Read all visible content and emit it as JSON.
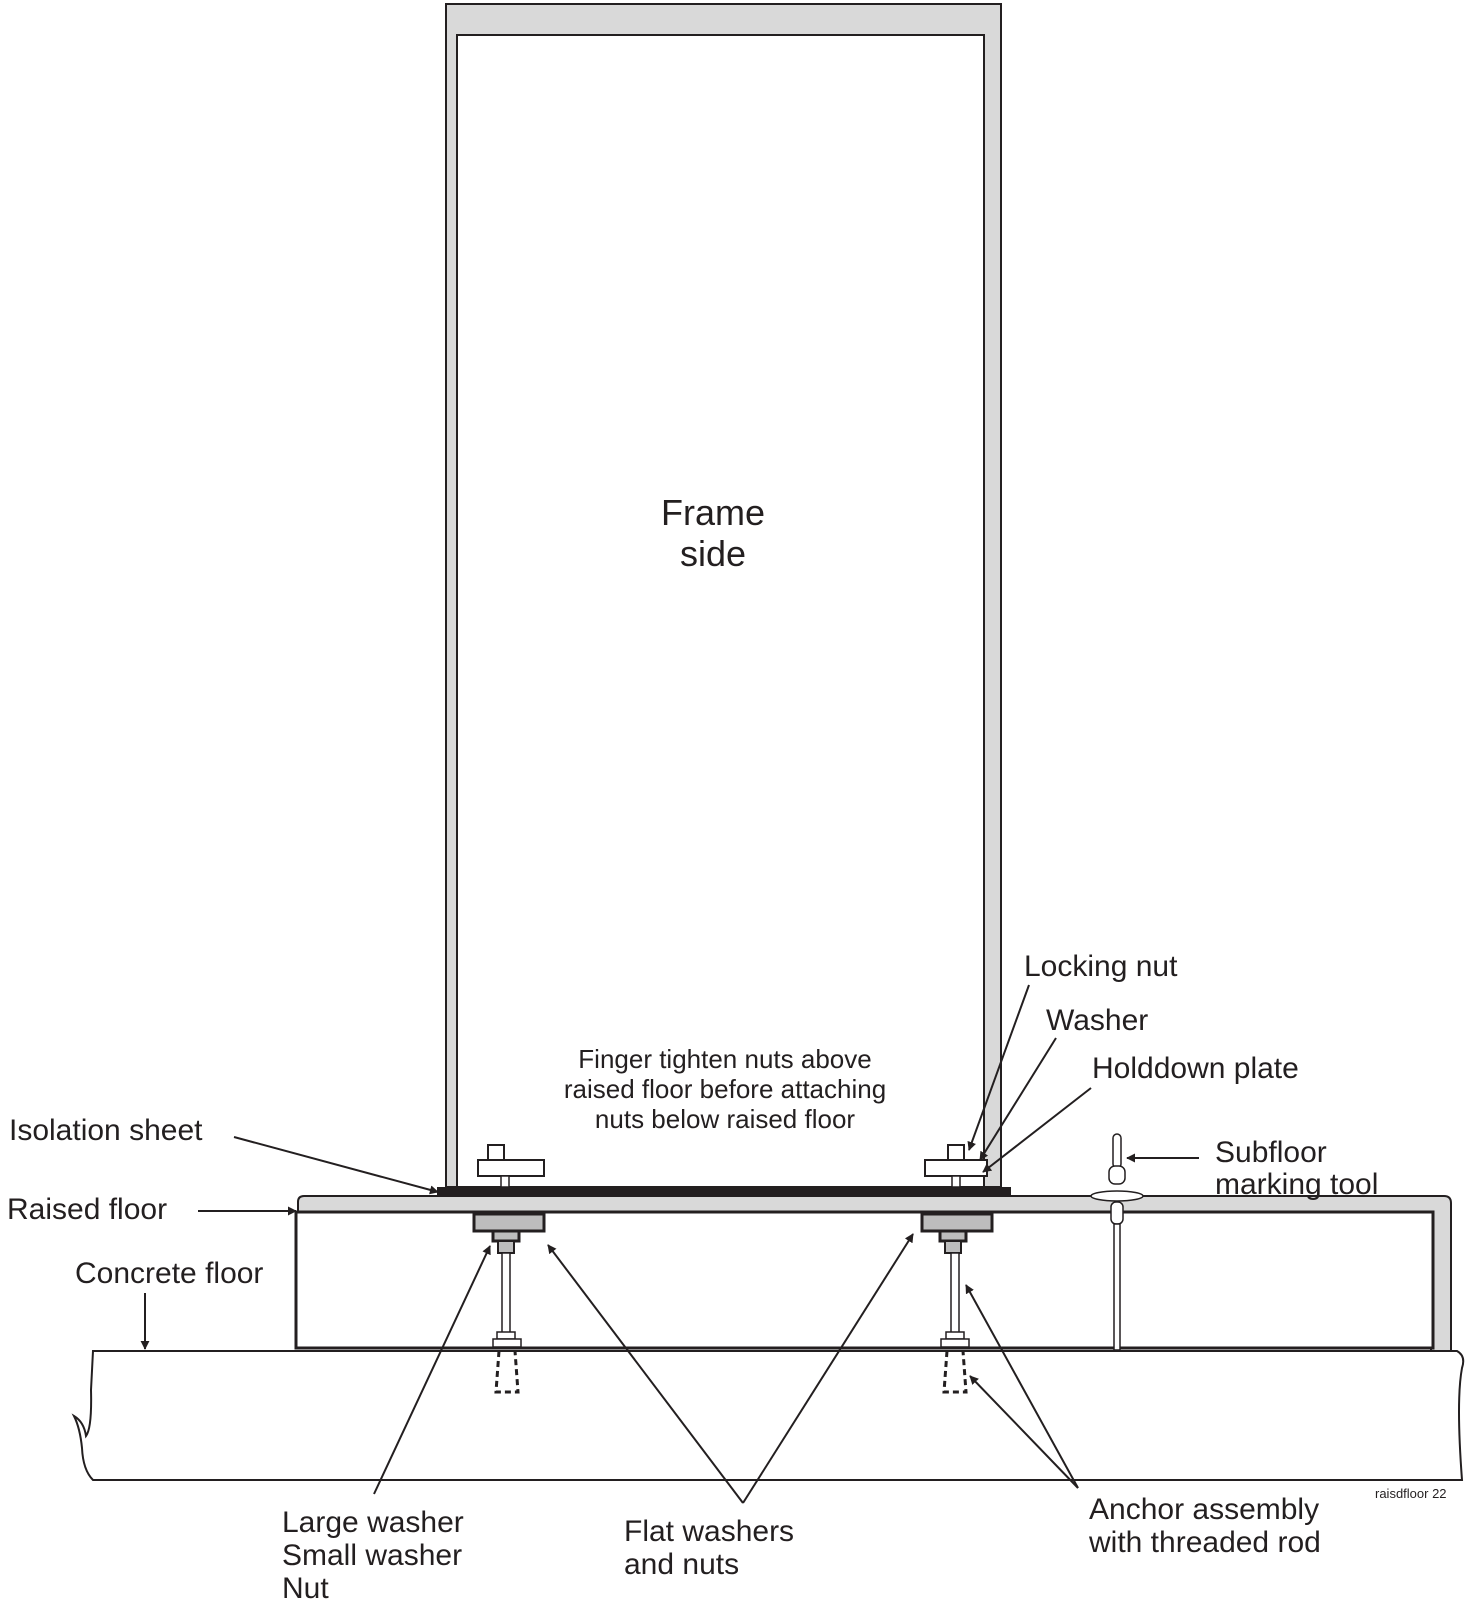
{
  "frame": {
    "line1": "Frame",
    "line2": "side"
  },
  "note": {
    "line1": "Finger tighten nuts above",
    "line2": "raised floor before attaching",
    "line3": "nuts below raised floor"
  },
  "labels": {
    "locking_nut": "Locking nut",
    "washer": "Washer",
    "holddown_plate": "Holddown plate",
    "isolation_sheet": "Isolation sheet",
    "raised_floor": "Raised floor",
    "concrete_floor": "Concrete floor",
    "subfloor_tool": {
      "line1": "Subfloor",
      "line2": "marking tool"
    },
    "washer_stack": {
      "line1": "Large washer",
      "line2": "Small washer",
      "line3": "Nut"
    },
    "flat_washers": {
      "line1": "Flat washers",
      "line2": "and nuts"
    },
    "anchor": {
      "line1": "Anchor assembly",
      "line2": "with threaded rod"
    }
  },
  "figure_id": "raisdfloor 22",
  "colors": {
    "ink": "#231f20",
    "frame_gray": "#d9d9d9",
    "washer_gray": "#bdbdbd"
  }
}
